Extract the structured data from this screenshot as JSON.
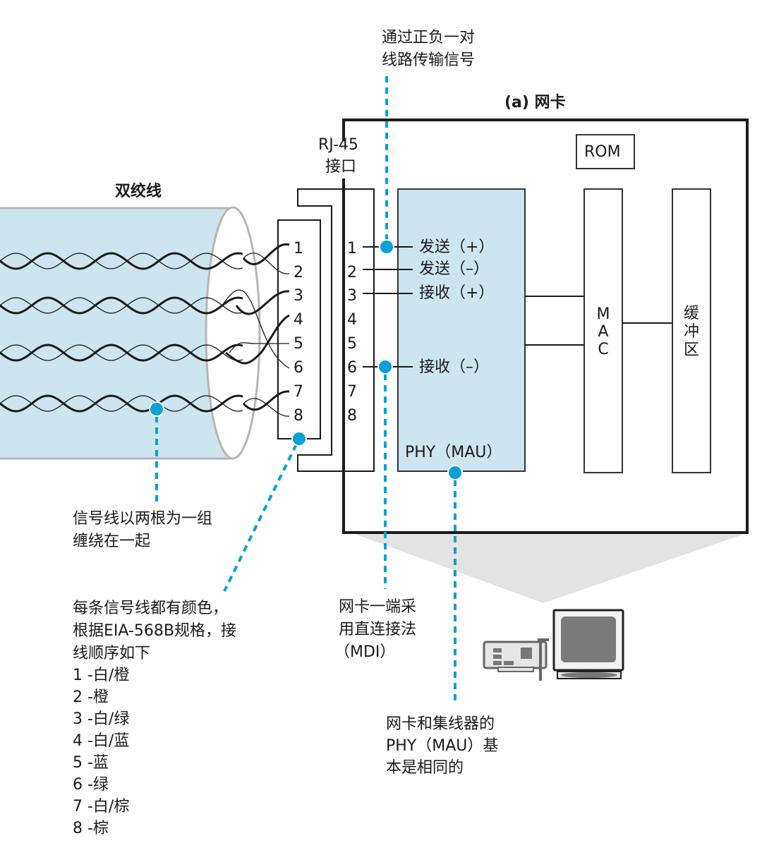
{
  "title": "(a) 网卡",
  "cable": {
    "label": "双绞线",
    "pair_count": 4,
    "plug_pins": [
      "1",
      "2",
      "3",
      "4",
      "5",
      "6",
      "7",
      "8"
    ]
  },
  "rj45": {
    "label_line1": "RJ-45",
    "label_line2": "接口",
    "pins": [
      "1",
      "2",
      "3",
      "4",
      "5",
      "6",
      "7",
      "8"
    ]
  },
  "phy": {
    "label": "PHY（MAU）",
    "signals": [
      {
        "pin": "1",
        "label": "发送（+）"
      },
      {
        "pin": "2",
        "label": "发送（–）"
      },
      {
        "pin": "3",
        "label": "接收（+）"
      },
      {
        "pin": "6",
        "label": "接收（–）"
      }
    ]
  },
  "rom": {
    "label": "ROM"
  },
  "mac": {
    "label": [
      "M",
      "A",
      "C"
    ]
  },
  "buffer": {
    "label": [
      "缓",
      "冲",
      "区"
    ]
  },
  "annotations": {
    "top_note": [
      "通过正负一对",
      "线路传输信号"
    ],
    "twist_note": [
      "信号线以两根为一组",
      "缠绕在一起"
    ],
    "color_note": [
      "每条信号线都有颜色，",
      "根据EIA-568B规格，接",
      "线顺序如下"
    ],
    "color_order": [
      "1 -白/橙",
      "2 -橙",
      "3 -白/绿",
      "4 -白/蓝",
      "5 -蓝",
      "6 -绿",
      "7 -白/棕",
      "8 -棕"
    ],
    "mdi_note": [
      "网卡一端采",
      "用直连接法",
      "（MDI）"
    ],
    "phy_note": [
      "网卡和集线器的",
      "PHY（MAU）基",
      "本是相同的"
    ]
  },
  "colors": {
    "accent": "#0aa0d8",
    "fill_blue": "#cde5f0",
    "line": "#1a1a1a",
    "shadow": "#e3e3e3",
    "cable_edge": "#b5b5b5"
  },
  "icons": [
    "network-card-icon",
    "monitor-icon"
  ]
}
